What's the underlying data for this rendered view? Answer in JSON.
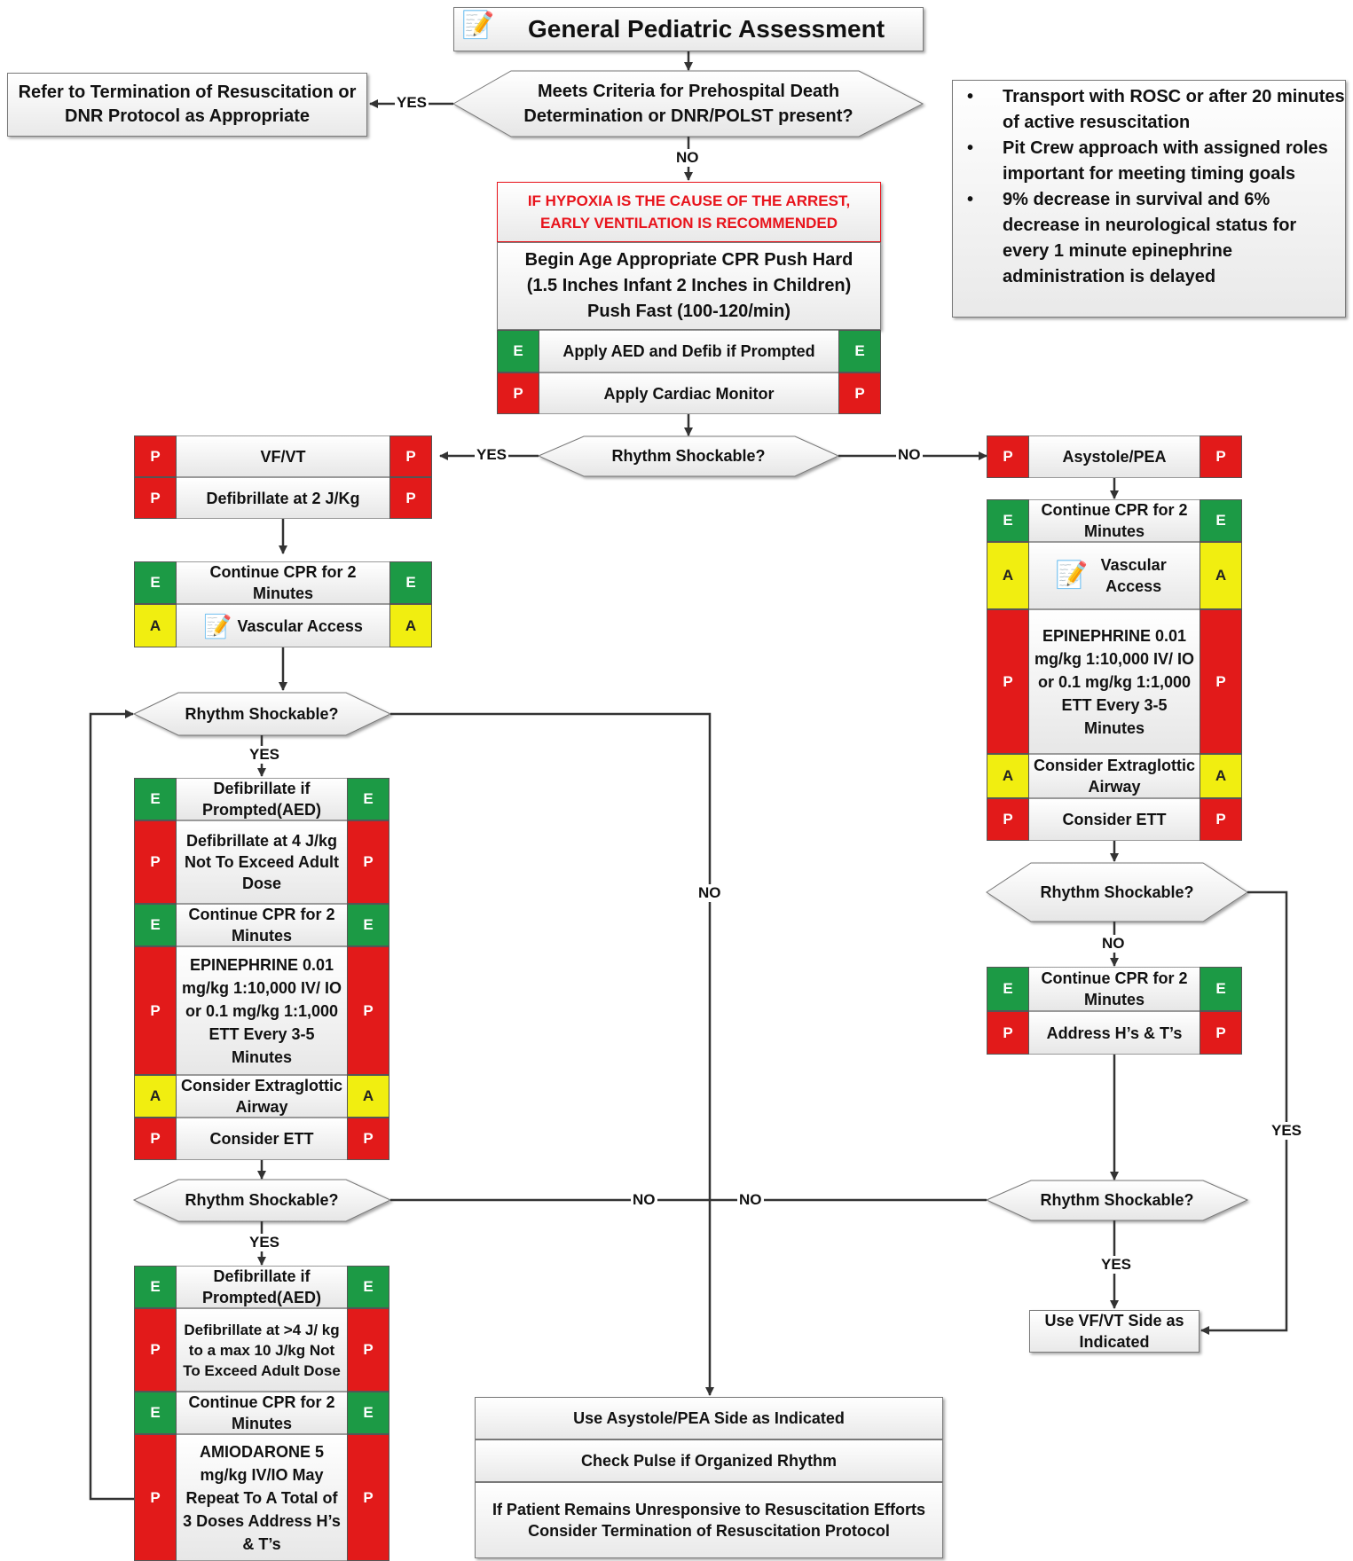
{
  "title": "General Pediatric Assessment",
  "criteria_question": "Meets Criteria for Prehospital Death Determination or DNR/POLST present?",
  "refer_box": "Refer to Termination of Resuscitation or DNR Protocol as Appropriate",
  "labels": {
    "yes": "YES",
    "no": "NO"
  },
  "hypoxia_note": "IF HYPOXIA IS THE CAUSE OF THE ARREST, EARLY VENTILATION IS RECOMMENDED",
  "begin_cpr": "Begin Age Appropriate CPR Push Hard (1.5 Inches Infant 2 Inches in Children) Push Fast (100-120/min)",
  "apply_aed": "Apply AED and Defib if Prompted",
  "apply_monitor": "Apply Cardiac Monitor",
  "rhythm_shockable": "Rhythm Shockable?",
  "levels": {
    "E": "E",
    "P": "P",
    "A": "A"
  },
  "notes": [
    "Transport with ROSC or after 20 minutes of active resuscitation",
    "Pit Crew approach with assigned roles important for meeting timing goals",
    "9% decrease in survival and 6% decrease in neurological status for every 1 minute epinephrine administration is delayed"
  ],
  "left": {
    "vfvt": "VF/VT",
    "defib_2": "Defibrillate at 2 J/Kg",
    "cpr": "Continue CPR for 2 Minutes",
    "vascular": "Vascular Access",
    "defib_prompted": "Defibrillate if Prompted(AED)",
    "defib_4": "Defibrillate at 4 J/kg Not To Exceed Adult Dose",
    "epinephrine": "EPINEPHRINE 0.01 mg/kg 1:10,000 IV/ IO or 0.1 mg/kg 1:1,000 ETT Every 3-5 Minutes",
    "extraglottic": "Consider Extraglottic Airway",
    "ett": "Consider ETT",
    "defib_max": "Defibrillate at >4 J/ kg to a max 10 J/kg Not To Exceed Adult Dose",
    "amiodarone": "AMIODARONE 5 mg/kg IV/IO May Repeat To A Total of 3 Doses Address H’s & T’s"
  },
  "right": {
    "asystole": "Asystole/PEA",
    "cpr": "Continue CPR for 2 Minutes",
    "vascular": "Vascular Access",
    "epinephrine": "EPINEPHRINE 0.01 mg/kg 1:10,000 IV/ IO or 0.1 mg/kg 1:1,000 ETT Every 3-5 Minutes",
    "extraglottic": "Consider Extraglottic Airway",
    "ett": "Consider ETT",
    "address": "Address H’s & T’s",
    "use_vfvt": "Use VF/VT Side as Indicated"
  },
  "bottom": {
    "use_asystole": "Use Asystole/PEA Side as Indicated",
    "check_pulse": "Check Pulse if Organized Rhythm",
    "termination": "If Patient Remains Unresponsive to Resuscitation Efforts Consider Termination of Resuscitation Protocol"
  },
  "colors": {
    "E": "#1c9a45",
    "P": "#e21a1a",
    "A": "#f1ee10",
    "hypoxia_text": "#e8141c"
  }
}
